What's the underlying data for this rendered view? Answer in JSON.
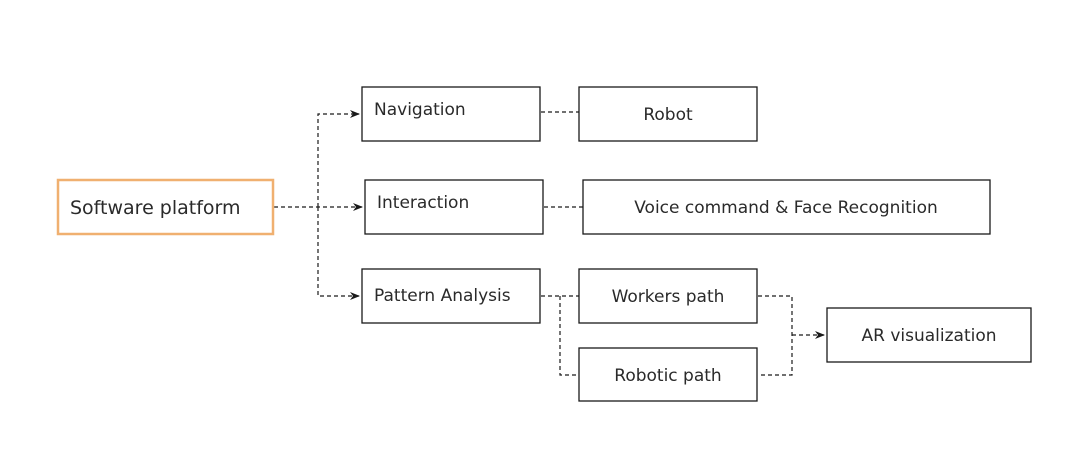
{
  "nodes": {
    "software_platform": "Software platform",
    "navigation": "Navigation",
    "robot": "Robot",
    "interaction": "Interaction",
    "voice_face": "Voice command & Face Recognition",
    "pattern_analysis": "Pattern Analysis",
    "workers_path": "Workers path",
    "robotic_path": "Robotic path",
    "ar_visualization": "AR visualization"
  },
  "colors": {
    "primary_border": "#f0b070",
    "box_border": "#1a1a1a",
    "text": "#2a2a2a"
  }
}
